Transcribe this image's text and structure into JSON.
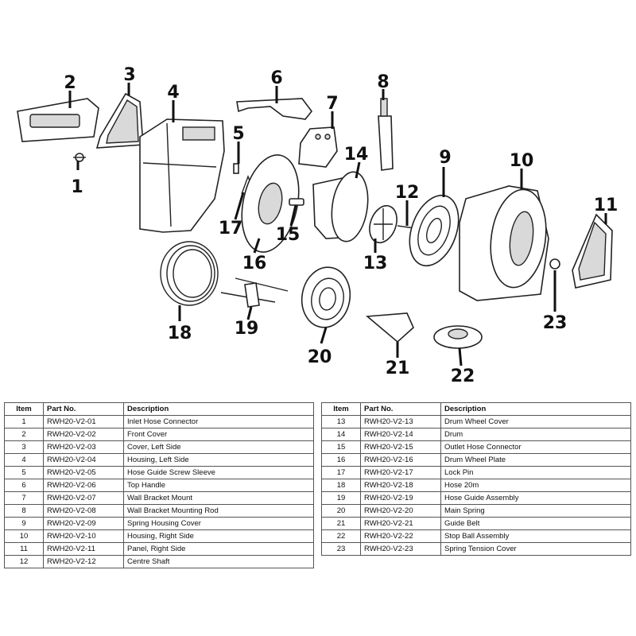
{
  "callouts": [
    "1",
    "2",
    "3",
    "4",
    "5",
    "6",
    "7",
    "8",
    "9",
    "10",
    "11",
    "12",
    "13",
    "14",
    "15",
    "16",
    "17",
    "18",
    "19",
    "20",
    "21",
    "22",
    "23"
  ],
  "table": {
    "headers": {
      "item": "Item",
      "part_no": "Part No.",
      "description": "Description"
    },
    "left_rows": [
      {
        "item": "1",
        "part_no": "RWH20-V2-01",
        "description": "Inlet Hose Connector"
      },
      {
        "item": "2",
        "part_no": "RWH20-V2-02",
        "description": "Front Cover"
      },
      {
        "item": "3",
        "part_no": "RWH20-V2-03",
        "description": "Cover, Left Side"
      },
      {
        "item": "4",
        "part_no": "RWH20-V2-04",
        "description": "Housing, Left Side"
      },
      {
        "item": "5",
        "part_no": "RWH20-V2-05",
        "description": "Hose Guide Screw Sleeve"
      },
      {
        "item": "6",
        "part_no": "RWH20-V2-06",
        "description": "Top Handle"
      },
      {
        "item": "7",
        "part_no": "RWH20-V2-07",
        "description": "Wall Bracket Mount"
      },
      {
        "item": "8",
        "part_no": "RWH20-V2-08",
        "description": "Wall Bracket Mounting Rod"
      },
      {
        "item": "9",
        "part_no": "RWH20-V2-09",
        "description": "Spring Housing Cover"
      },
      {
        "item": "10",
        "part_no": "RWH20-V2-10",
        "description": "Housing, Right Side"
      },
      {
        "item": "11",
        "part_no": "RWH20-V2-11",
        "description": "Panel, Right Side"
      },
      {
        "item": "12",
        "part_no": "RWH20-V2-12",
        "description": "Centre Shaft"
      }
    ],
    "right_rows": [
      {
        "item": "13",
        "part_no": "RWH20-V2-13",
        "description": "Drum Wheel Cover"
      },
      {
        "item": "14",
        "part_no": "RWH20-V2-14",
        "description": "Drum"
      },
      {
        "item": "15",
        "part_no": "RWH20-V2-15",
        "description": "Outlet Hose Connector"
      },
      {
        "item": "16",
        "part_no": "RWH20-V2-16",
        "description": "Drum Wheel Plate"
      },
      {
        "item": "17",
        "part_no": "RWH20-V2-17",
        "description": "Lock Pin"
      },
      {
        "item": "18",
        "part_no": "RWH20-V2-18",
        "description": "Hose 20m"
      },
      {
        "item": "19",
        "part_no": "RWH20-V2-19",
        "description": "Hose Guide Assembly"
      },
      {
        "item": "20",
        "part_no": "RWH20-V2-20",
        "description": "Main Spring"
      },
      {
        "item": "21",
        "part_no": "RWH20-V2-21",
        "description": "Guide Belt"
      },
      {
        "item": "22",
        "part_no": "RWH20-V2-22",
        "description": "Stop Ball Assembly"
      },
      {
        "item": "23",
        "part_no": "RWH20-V2-23",
        "description": "Spring Tension Cover"
      }
    ]
  }
}
